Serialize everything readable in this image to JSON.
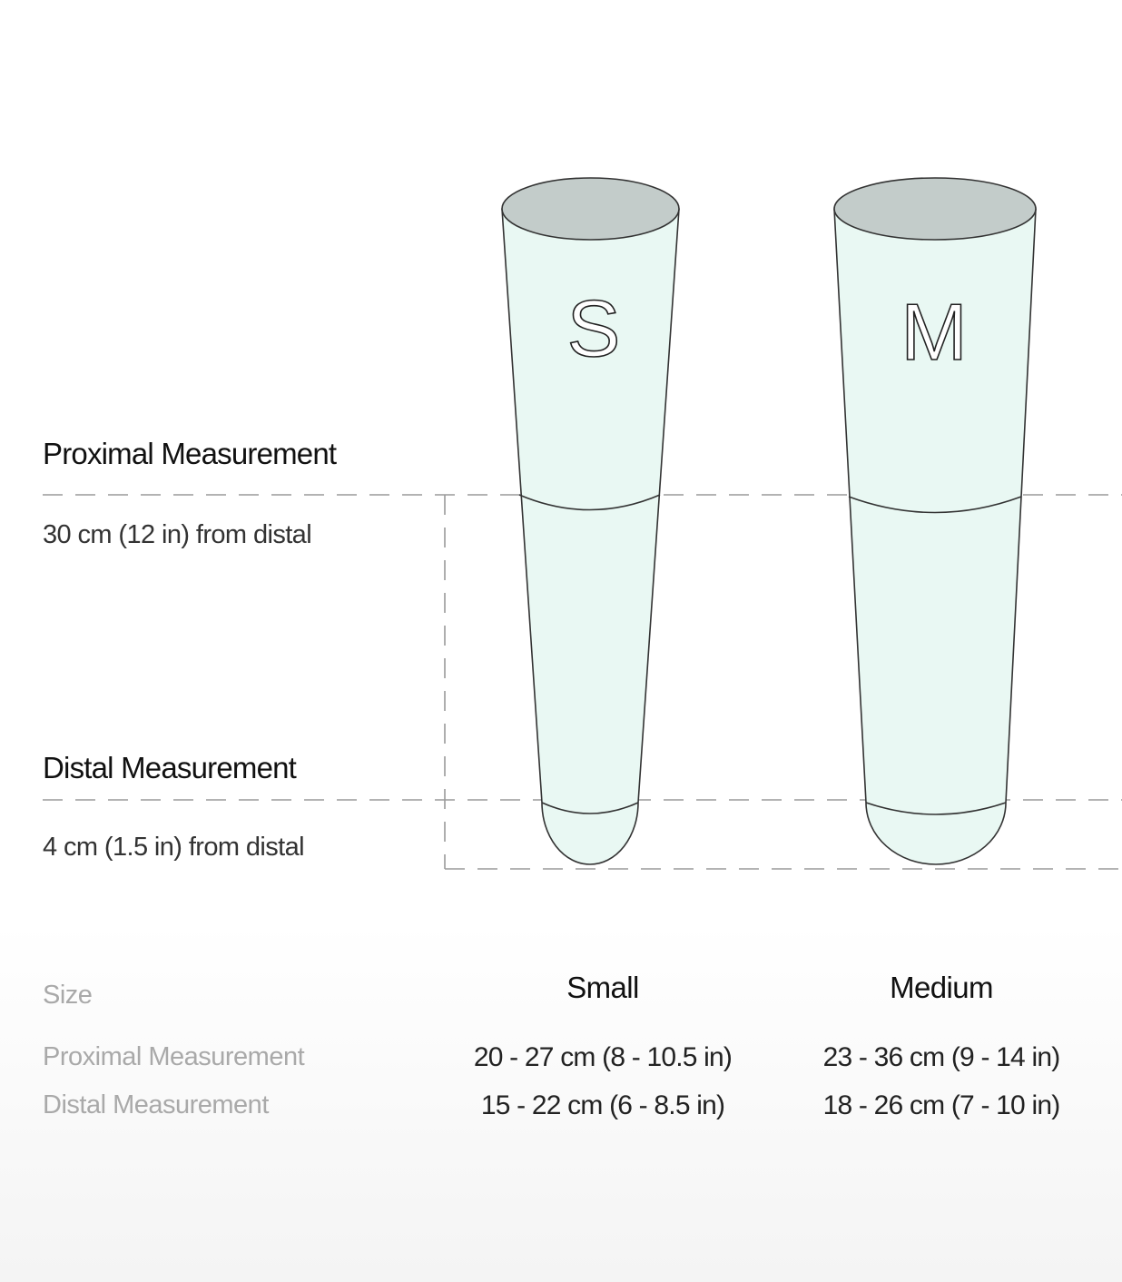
{
  "measurements": {
    "proximal": {
      "title": "Proximal Measurement",
      "note": "30 cm (12 in) from distal"
    },
    "distal": {
      "title": "Distal Measurement",
      "note": "4 cm (1.5 in) from distal"
    }
  },
  "sleeves": [
    {
      "letter": "S"
    },
    {
      "letter": "M"
    }
  ],
  "colors": {
    "sleeve_fill": "#e9f8f3",
    "sleeve_top": "#c3ccca",
    "outline": "#333333",
    "dash": "#9a9a9a"
  },
  "table": {
    "size_label": "Size",
    "rows": [
      {
        "label": "Proximal Measurement"
      },
      {
        "label": "Distal Measurement"
      }
    ],
    "columns": [
      {
        "name": "Small",
        "proximal": "20 - 27 cm (8 - 10.5 in)",
        "distal": "15 - 22 cm (6 - 8.5 in)"
      },
      {
        "name": "Medium",
        "proximal": "23 - 36 cm (9 - 14 in)",
        "distal": "18 - 26 cm (7 - 10 in)"
      }
    ]
  }
}
